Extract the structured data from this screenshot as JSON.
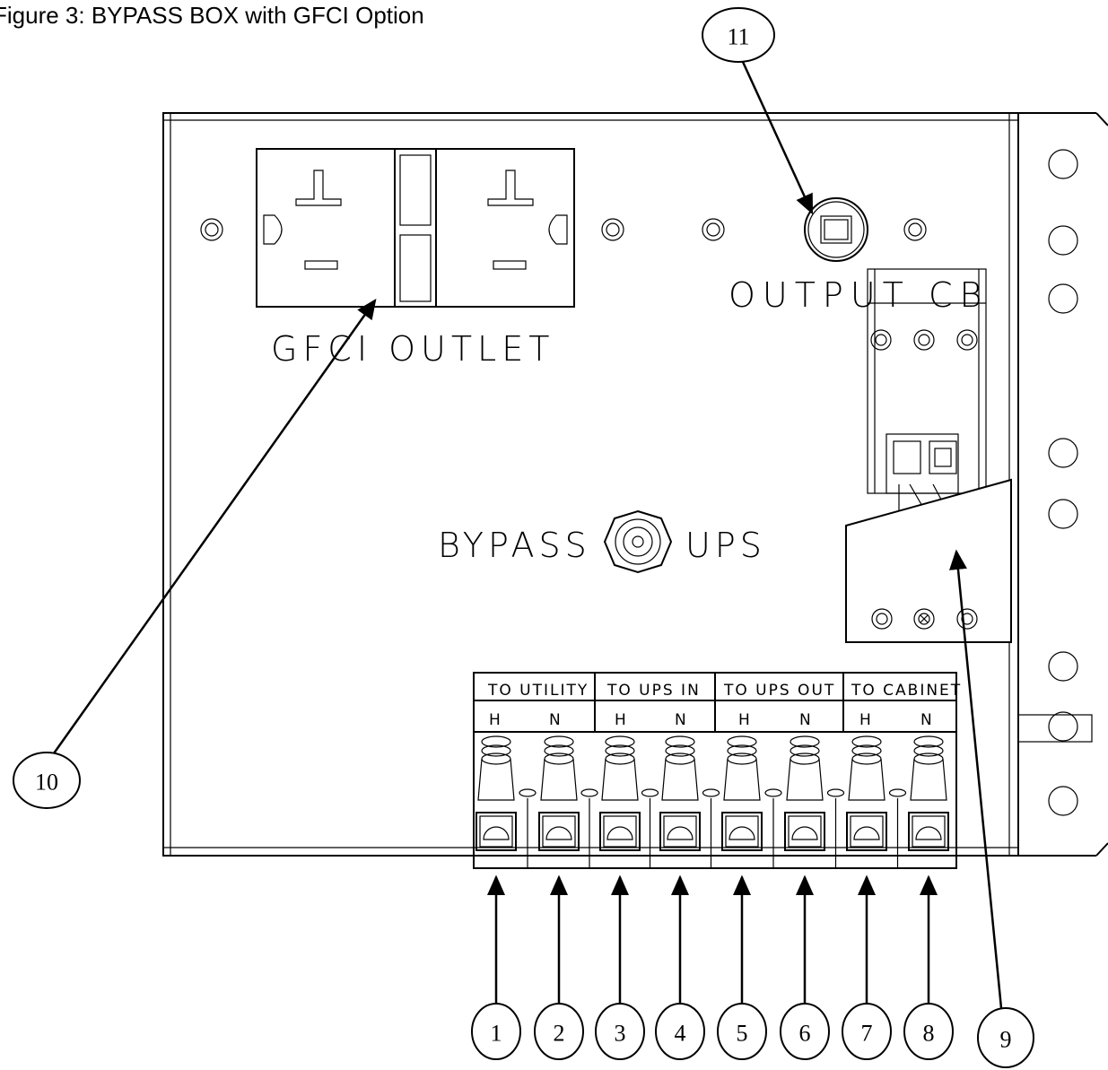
{
  "figure": {
    "title": "Figure 3: BYPASS BOX with GFCI Option"
  },
  "panel_labels": {
    "gfci_outlet": "GFCI OUTLET",
    "output_cb": "OUTPUT CB",
    "bypass": "BYPASS",
    "ups": "UPS"
  },
  "terminal_block": {
    "groups": [
      {
        "label": "TO UTILITY",
        "terminals": [
          "H",
          "N"
        ]
      },
      {
        "label": "TO UPS IN",
        "terminals": [
          "H",
          "N"
        ]
      },
      {
        "label": "TO UPS OUT",
        "terminals": [
          "H",
          "N"
        ]
      },
      {
        "label": "TO CABINET",
        "terminals": [
          "H",
          "N"
        ]
      }
    ]
  },
  "callouts": {
    "c1": "1",
    "c2": "2",
    "c3": "3",
    "c4": "4",
    "c5": "5",
    "c6": "6",
    "c7": "7",
    "c8": "8",
    "c9": "9",
    "c10": "10",
    "c11": "11"
  },
  "icons": [
    "screw-icon",
    "outlet-receptacle-icon",
    "circuit-breaker-icon",
    "selector-knob-icon",
    "terminal-screw-icon"
  ]
}
